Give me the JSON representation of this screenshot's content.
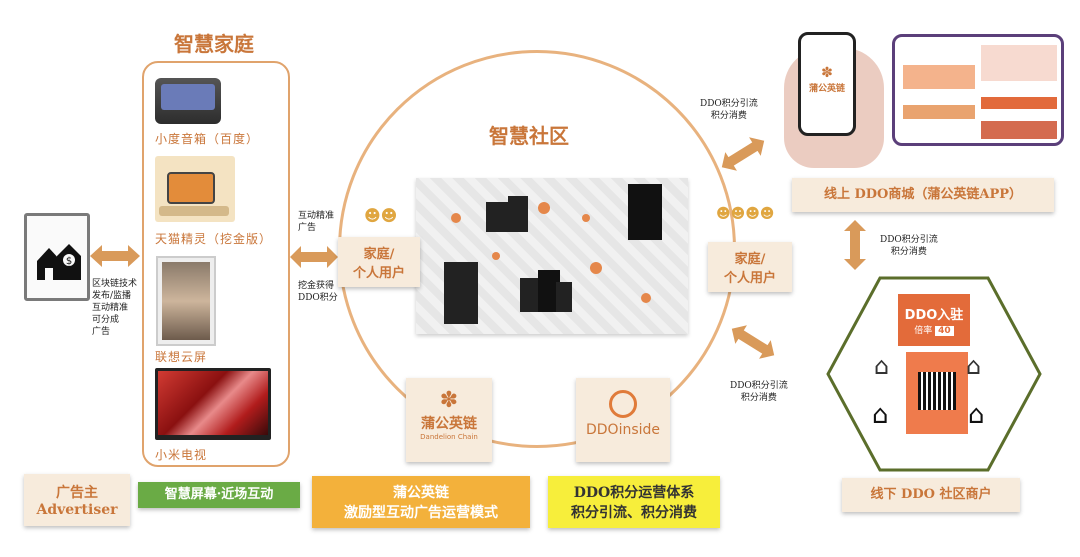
{
  "titles": {
    "smart_home": "智慧家庭",
    "smart_community": "智慧社区"
  },
  "devices": [
    {
      "label": "小度音箱（百度）"
    },
    {
      "label": "天猫精灵（挖金版）"
    },
    {
      "label": "联想云屏"
    },
    {
      "label": "小米电视"
    }
  ],
  "left_arrow_text": [
    "区块链技术",
    "发布/监播",
    "互动精准",
    "可分成",
    "广告"
  ],
  "mid_arrow_top": [
    "互动精准",
    "广告"
  ],
  "mid_arrow_bottom": [
    "挖金获得",
    "DDO积分"
  ],
  "user_box_left": [
    "家庭/",
    "个人用户"
  ],
  "user_box_right": [
    "家庭/",
    "个人用户"
  ],
  "logos": {
    "pugong_cn": "蒲公英链",
    "pugong_en": "Dandelion Chain",
    "ddo_inside": "DDOinside"
  },
  "right_arrow_top": [
    "DDO积分引流",
    "积分消费"
  ],
  "right_arrow_mid": [
    "DDO积分引流",
    "积分消费"
  ],
  "right_arrow_bottom": [
    "DDO积分引流",
    "积分消费"
  ],
  "phone": {
    "app_name": "蒲公英链"
  },
  "online_label": "线上 DDO商城（蒲公英链APP）",
  "offline_label": "线下 DDO 社区商户",
  "poster": {
    "line1": "DDO入驻",
    "line2": "倍率",
    "rate": "40"
  },
  "bottom": {
    "advertiser_cn": "广告主",
    "advertiser_en": "Advertiser",
    "screens": "智慧屏幕·近场互动",
    "model_line1": "蒲公英链",
    "model_line2": "激励型互动广告运营模式",
    "points_line1": "DDO积分运营体系",
    "points_line2": "积分引流、积分消费"
  },
  "colors": {
    "accent": "#c9763a",
    "beige": "#f7ebdc",
    "green_box": "#6aab45",
    "orange_box": "#f3b13b",
    "yellow_box": "#f7ee3b",
    "hex_border": "#5b6e2b"
  }
}
